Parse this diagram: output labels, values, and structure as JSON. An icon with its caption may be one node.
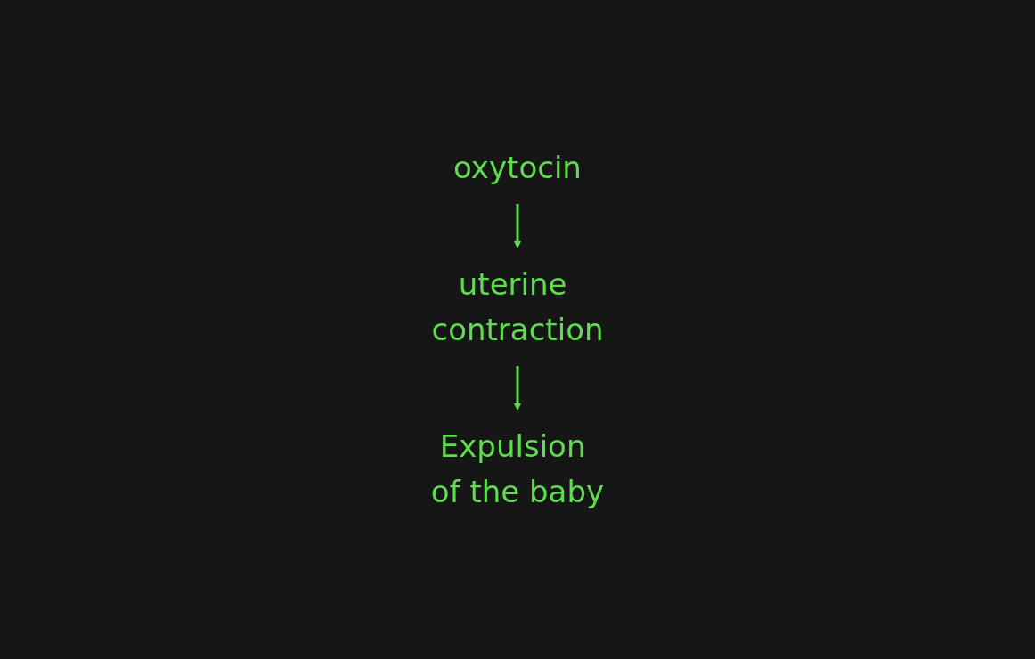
{
  "diagram": {
    "nodes": [
      {
        "text": [
          "oxytocin"
        ]
      },
      {
        "text": [
          "uterine contraction"
        ]
      },
      {
        "text": [
          "Expulsion of the baby"
        ]
      }
    ],
    "edges": [
      {
        "from": 0,
        "to": 1,
        "arrow": "to"
      },
      {
        "from": 1,
        "to": 2,
        "arrow": "to"
      }
    ]
  }
}
